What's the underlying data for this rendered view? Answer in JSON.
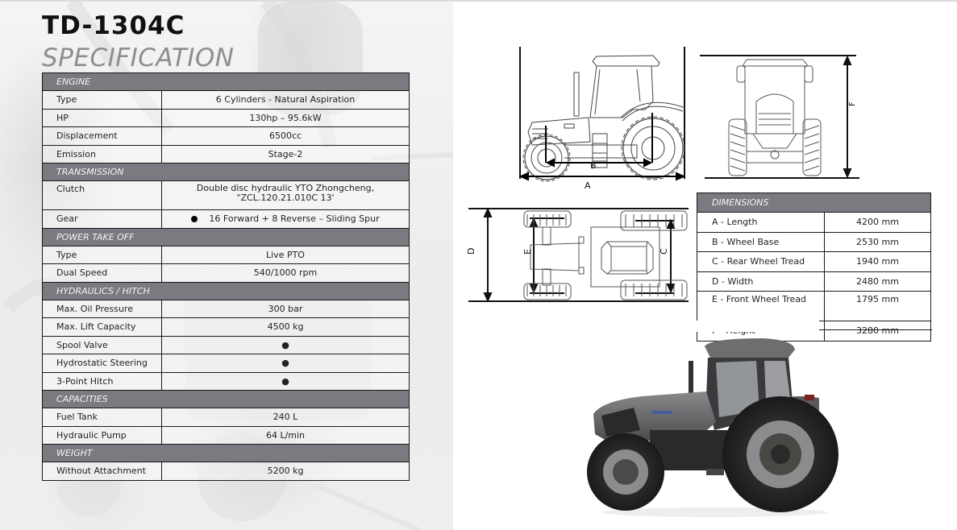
{
  "header": {
    "model": "TD-1304C",
    "subtitle": "SPECIFICATION"
  },
  "spec_table": {
    "engine": {
      "title": "ENGINE",
      "rows": [
        {
          "label": "Type",
          "value": "6 Cylinders - Natural Aspiration"
        },
        {
          "label": "HP",
          "value": "130hp – 95.6kW"
        },
        {
          "label": "Displacement",
          "value": "6500cc"
        },
        {
          "label": "Emission",
          "value": "Stage-2"
        }
      ]
    },
    "transmission": {
      "title": "TRANSMISSION",
      "rows": [
        {
          "label": "Clutch",
          "value_line1": "Double disc hydraulic YTO Zhongcheng,",
          "value_line2": "\"ZCL.120.21.010C 13'"
        },
        {
          "label": "Gear",
          "value": "16 Forward + 8 Reverse – Sliding Spur",
          "bullet": "●"
        }
      ]
    },
    "pto": {
      "title": "POWER TAKE OFF",
      "rows": [
        {
          "label": "Type",
          "value": "Live PTO"
        },
        {
          "label": "Dual Speed",
          "value": "540/1000 rpm"
        }
      ]
    },
    "hydraulics": {
      "title": "HYDRAULICS / HITCH",
      "rows": [
        {
          "label": "Max. Oil Pressure",
          "value": "300 bar"
        },
        {
          "label": "Max. Lift Capacity",
          "value": "4500 kg"
        },
        {
          "label": "Spool Valve",
          "value": "●"
        },
        {
          "label": "Hydrostatic Steering",
          "value": "●"
        },
        {
          "label": "3-Point Hitch",
          "value": "●"
        }
      ]
    },
    "capacities": {
      "title": "CAPACITIES",
      "rows": [
        {
          "label": "Fuel Tank",
          "value": "240 L"
        },
        {
          "label": "Hydraulic Pump",
          "value": "64 L/min"
        }
      ]
    },
    "weight": {
      "title": "WEIGHT",
      "rows": [
        {
          "label": "Without Attachment",
          "value": "5200 kg"
        }
      ]
    }
  },
  "dimensions_table": {
    "title": "DIMENSIONS",
    "rows": [
      {
        "label": "A - Length",
        "value": "4200 mm"
      },
      {
        "label": "B - Wheel Base",
        "value": "2530 mm"
      },
      {
        "label": "C - Rear Wheel Tread",
        "value": "1940 mm"
      },
      {
        "label": "D - Width",
        "value": "2480 mm"
      },
      {
        "label": "E - Front Wheel Tread",
        "value": "1795 mm"
      },
      {
        "label": "F - Height",
        "value": "3280 mm"
      }
    ]
  },
  "diagrams": {
    "side_view": {
      "label_a": "A",
      "label_b": "B"
    },
    "front_view": {
      "label_f": "F"
    },
    "top_view": {
      "label_c": "C",
      "label_d": "D",
      "label_e": "E"
    }
  },
  "colors": {
    "section_header_bg": "#7a7a80",
    "section_header_text": "#f5f5f5",
    "subtitle_gray": "#8e8e8e",
    "border": "#1a1a1a"
  }
}
